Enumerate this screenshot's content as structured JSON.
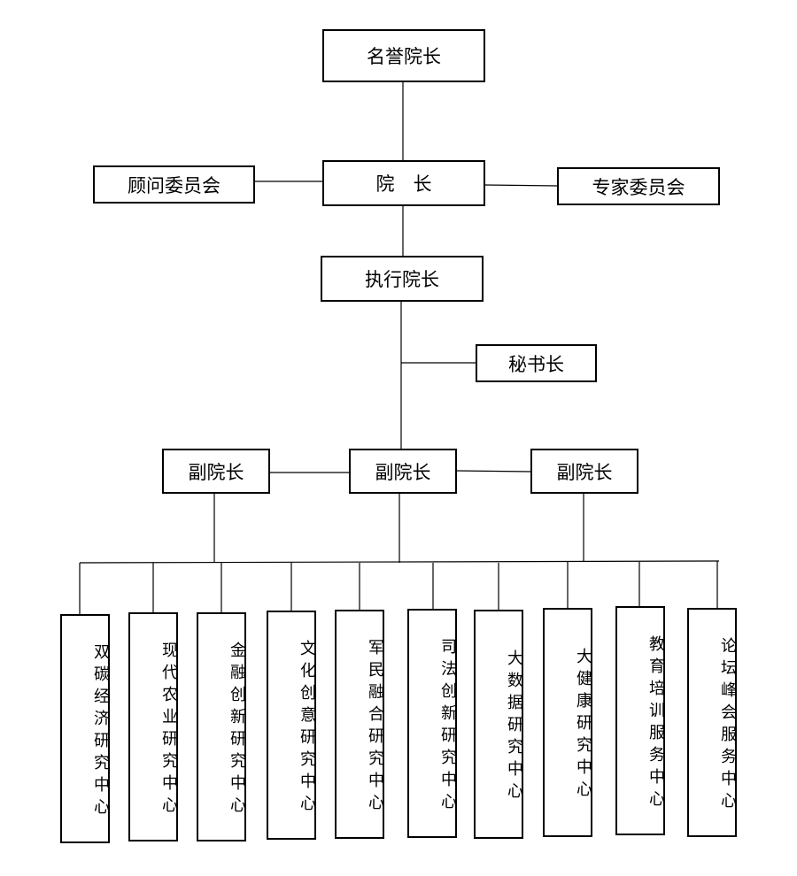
{
  "nodes": {
    "honorary_president": "名誉院长",
    "president": "院　长",
    "advisory_committee": "顾问委员会",
    "expert_committee": "专家委员会",
    "executive_president": "执行院长",
    "secretary_general": "秘书长",
    "vice_president_left": "副院长",
    "vice_president_center": "副院长",
    "vice_president_right": "副院长"
  },
  "centers": [
    "双碳经济研究中心",
    "现代农业研究中心",
    "金融创新研究中心",
    "文化创意研究中心",
    "军民融合研究中心",
    "司法创新研究中心",
    "大数据研究中心",
    "大健康研究中心",
    "教育培训服务中心",
    "论坛峰会服务中心"
  ]
}
